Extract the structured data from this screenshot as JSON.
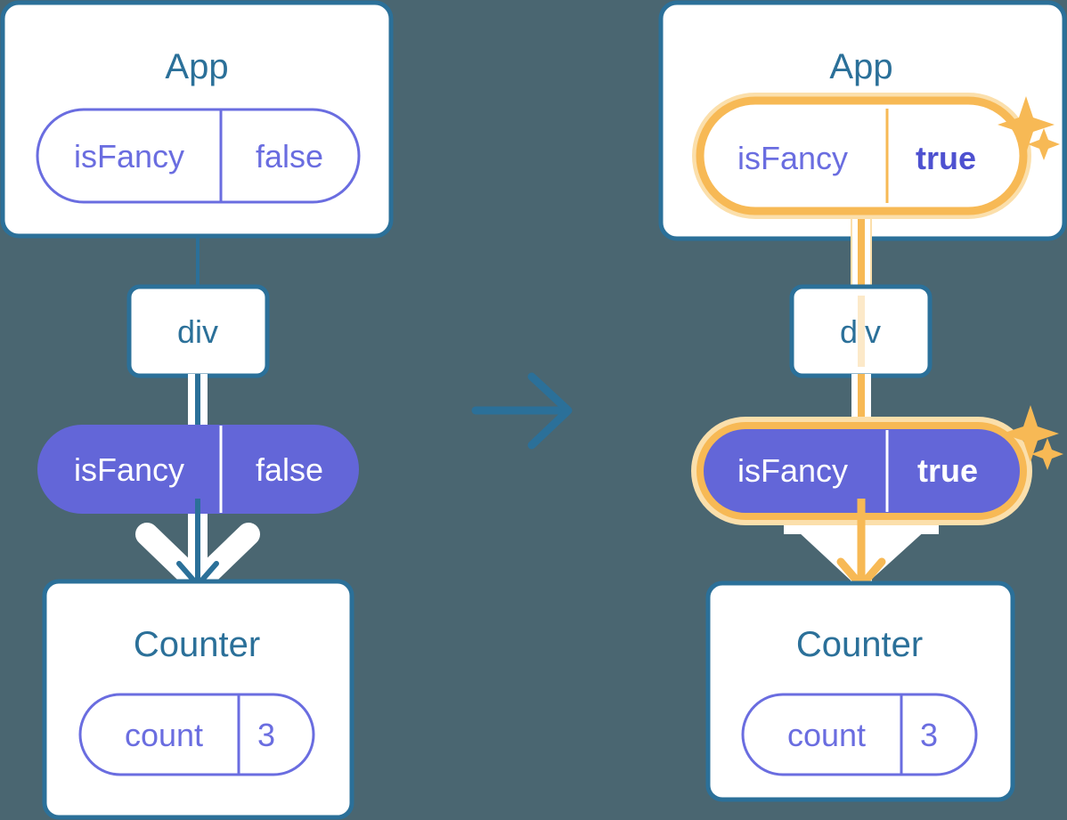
{
  "meta": {
    "background_color": "#4a6671",
    "box_border_color": "#2b7099",
    "box_fill_color": "#ffffff",
    "prop_text_color": "#6a6de0",
    "pill_fill_active_color": "#6366d8",
    "highlight_color": "#f7b955",
    "highlight_glow_color": "#fbdfab",
    "white": "#ffffff"
  },
  "panels": [
    {
      "id": "before",
      "app": {
        "title": "App",
        "state_pill": {
          "key": "isFancy",
          "value": "false",
          "style": "outline",
          "highlighted": false,
          "bold_value": false
        }
      },
      "dom": {
        "tag": "div"
      },
      "prop_pill": {
        "key": "isFancy",
        "value": "false",
        "style": "filled",
        "highlighted": false,
        "bold_value": false
      },
      "counter": {
        "title": "Counter",
        "state_pill": {
          "key": "count",
          "value": "3",
          "style": "outline",
          "highlighted": false,
          "bold_value": false
        }
      },
      "flow_color": "#2b7099",
      "sparkles": false
    },
    {
      "id": "after",
      "app": {
        "title": "App",
        "state_pill": {
          "key": "isFancy",
          "value": "true",
          "style": "outline",
          "highlighted": true,
          "bold_value": true
        }
      },
      "dom": {
        "tag": "div"
      },
      "prop_pill": {
        "key": "isFancy",
        "value": "true",
        "style": "filled",
        "highlighted": true,
        "bold_value": true
      },
      "counter": {
        "title": "Counter",
        "state_pill": {
          "key": "count",
          "value": "3",
          "style": "outline",
          "highlighted": false,
          "bold_value": false
        }
      },
      "flow_color": "#f7b955",
      "sparkles": true
    }
  ],
  "transition": {
    "icon": "arrow-right-icon",
    "color": "#2b7099"
  }
}
